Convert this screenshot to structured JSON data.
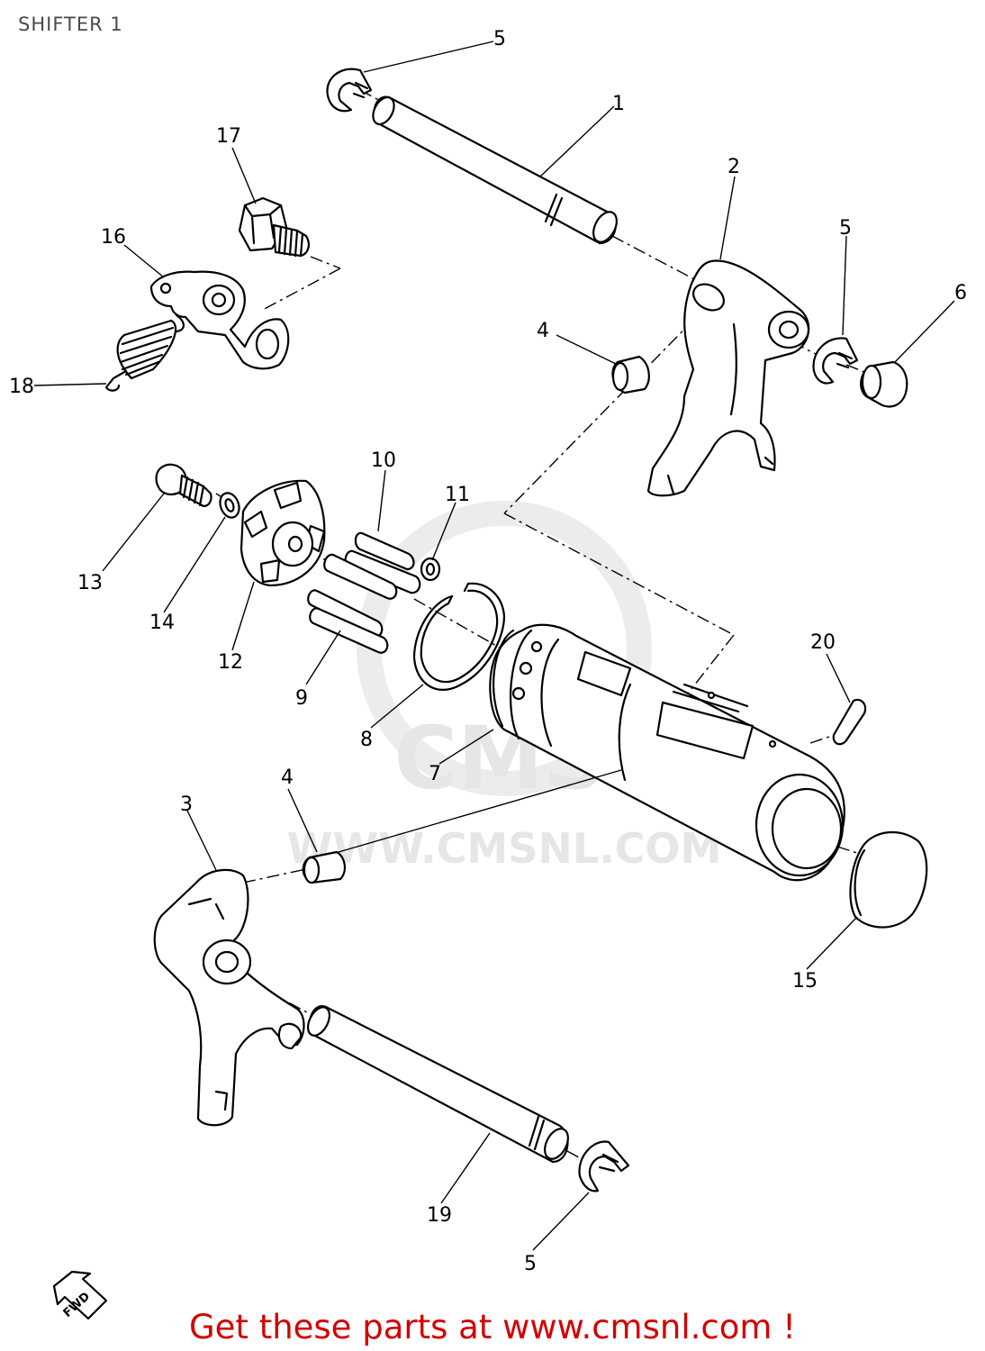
{
  "page": {
    "title": "SHIFTER 1"
  },
  "diagram": {
    "watermark": {
      "brand": "CMS",
      "url": "WWW.CMSNL.COM"
    },
    "direction_badge": "FWD",
    "callouts": [
      {
        "id": "c1",
        "label": "1"
      },
      {
        "id": "c2",
        "label": "2"
      },
      {
        "id": "c3",
        "label": "3"
      },
      {
        "id": "c4a",
        "label": "4"
      },
      {
        "id": "c4b",
        "label": "4"
      },
      {
        "id": "c5a",
        "label": "5"
      },
      {
        "id": "c5b",
        "label": "5"
      },
      {
        "id": "c5c",
        "label": "5"
      },
      {
        "id": "c6",
        "label": "6"
      },
      {
        "id": "c7",
        "label": "7"
      },
      {
        "id": "c8",
        "label": "8"
      },
      {
        "id": "c9",
        "label": "9"
      },
      {
        "id": "c10",
        "label": "10"
      },
      {
        "id": "c11",
        "label": "11"
      },
      {
        "id": "c12",
        "label": "12"
      },
      {
        "id": "c13",
        "label": "13"
      },
      {
        "id": "c14",
        "label": "14"
      },
      {
        "id": "c15",
        "label": "15"
      },
      {
        "id": "c16",
        "label": "16"
      },
      {
        "id": "c17",
        "label": "17"
      },
      {
        "id": "c18",
        "label": "18"
      },
      {
        "id": "c19",
        "label": "19"
      },
      {
        "id": "c20",
        "label": "20"
      }
    ]
  },
  "footer": {
    "cta": "Get these parts at www.cmsnl.com !"
  },
  "colors": {
    "cta": "#d40000",
    "watermark": "#e6e6e6",
    "line": "#000000"
  }
}
